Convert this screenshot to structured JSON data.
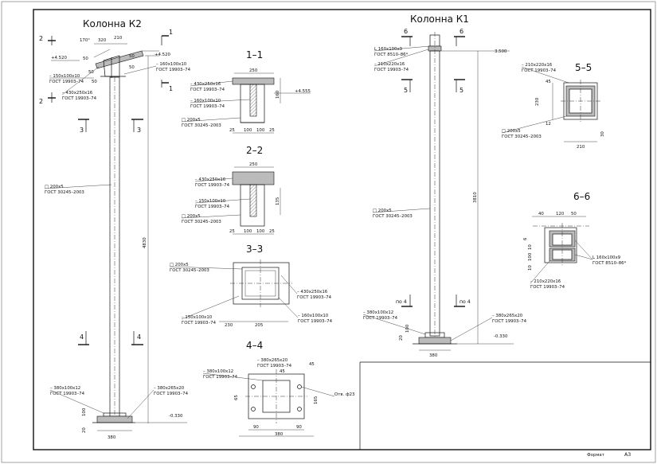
{
  "frame": {
    "format_label": "Формат",
    "format_value": "А3"
  },
  "k2": {
    "title": "Колонна К2",
    "sec1": "1",
    "sec2": "2",
    "sec3": "3",
    "sec4": "4",
    "dim_angle": "170°",
    "dim_320": "320",
    "dim_210": "210",
    "dim_50a": "50",
    "dim_50b": "50",
    "dim_50c": "50",
    "dim_50d": "50",
    "dim_50e": "50",
    "elev_top": "+4.520",
    "elev_right": "+4.520",
    "elev_bottom": "-0.330",
    "p150_a": "– 150х100х10",
    "p150_b": "ГОСТ 19903–74",
    "p430_a": "– 430х250х16",
    "p430_b": "ГОСТ 19903–74",
    "p160_a": "– 160х100х10",
    "p160_b": "ГОСТ 19903–74",
    "tube_a": "□ 200х5",
    "tube_b": "ГОСТ 30245–2003",
    "p380_a": "– 380х100х12",
    "p380_b": "ГОСТ 19903–74",
    "p380b_a": "– 380х265х20",
    "p380b_b": "ГОСТ 19903–74",
    "dim_height": "4830",
    "dim_100": "100",
    "dim_20": "20",
    "dim_380": "380"
  },
  "s11": {
    "title": "1–1",
    "dim_250": "250",
    "dim_160": "160",
    "elev": "+4.555",
    "p430_a": "– 430х250х16",
    "p430_b": "ГОСТ 19903–74",
    "p160_a": "– 160х100х10",
    "p160_b": "ГОСТ 19903–74",
    "tube_a": "□ 200х5",
    "tube_b": "ГОСТ 30245–2003",
    "d25a": "25",
    "d100a": "100",
    "d100b": "100",
    "d25b": "25"
  },
  "s22": {
    "title": "2–2",
    "dim_250": "250",
    "dim_135": "135",
    "p430_a": "– 430х250х16",
    "p430_b": "ГОСТ 19903–74",
    "p150_a": "– 150х100х10",
    "p150_b": "ГОСТ 19903–74",
    "tube_a": "□ 200х5",
    "tube_b": "ГОСТ 30245–2003",
    "d25a": "25",
    "d100a": "100",
    "d100b": "100",
    "d25b": "25"
  },
  "s33": {
    "title": "3–3",
    "tube_a": "□ 200х5",
    "tube_b": "ГОСТ 30245–2003",
    "p430_a": "– 430х250х16",
    "p430_b": "ГОСТ 19903–74",
    "p150_a": "– 150х100х10",
    "p150_b": "ГОСТ 19903–74",
    "p160_a": "– 160х100х10",
    "p160_b": "ГОСТ 19903–74",
    "d230": "230",
    "d205": "205"
  },
  "s44": {
    "title": "4–4",
    "p380b_a": "– 380х265х20",
    "p380b_b": "ГОСТ 19903–74",
    "p380_a": "– 380х100х12",
    "p380_b": "ГОСТ 19903–74",
    "d45a": "45",
    "d45b": "45",
    "d65": "65",
    "d165": "165",
    "hole": "Отв. ф23",
    "d90a": "90",
    "d90b": "90",
    "d380": "380"
  },
  "k1": {
    "title": "Колонна К1",
    "sec5": "5",
    "sec6": "6",
    "sec4": "по 4",
    "angle_a": "L 160х100х9",
    "angle_b": "ГОСТ 8510–86*",
    "p210_a": "– 210х220х16",
    "p210_b": "ГОСТ 19903–74",
    "tube_a": "□ 200х5",
    "tube_b": "ГОСТ 30245–2003",
    "p380_a": "– 380х100х12",
    "p380_b": "ГОСТ 19903–74",
    "p380b_a": "– 380х265х20",
    "p380b_b": "ГОСТ 19903–74",
    "elev_top": "3.500",
    "elev_bottom": "-0.330",
    "dim_height": "3810",
    "dim_100": "100",
    "dim_20": "20",
    "dim_380": "380"
  },
  "s55": {
    "title": "5–5",
    "p210_a": "– 210х220х16",
    "p210_b": "ГОСТ 19903–74",
    "tube_a": "□ 200х5",
    "tube_b": "ГОСТ 30245–2003",
    "d45": "45",
    "d230": "230",
    "d12": "12",
    "d30": "30",
    "d210": "210"
  },
  "s66": {
    "title": "6–6",
    "d40": "40",
    "d120": "120",
    "d50": "50",
    "d6": "6",
    "d10a": "10",
    "d100": "100",
    "d10b": "10",
    "angle_a": "L 160х100х9",
    "angle_b": "ГОСТ 8510–86*",
    "p210_a": "– 210х220х16",
    "p210_b": "ГОСТ 19903–74"
  }
}
